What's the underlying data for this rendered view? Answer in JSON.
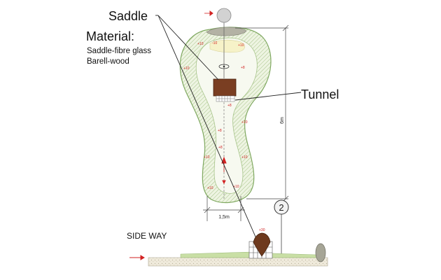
{
  "labels": {
    "saddle": "Saddle",
    "material_title": "Material:",
    "material_lines": [
      "Saddle-fibre glass",
      "Barell-wood"
    ],
    "tunnel": "Tunnel",
    "side_way": "SIDE WAY"
  },
  "dimensions": {
    "height": "6m",
    "width": "1,5m",
    "marker": "2"
  },
  "elevations": {
    "top_left": "+10",
    "inner_top": "-10",
    "inner_top_right": "+10",
    "upper_right": "+8",
    "left_side": "+10",
    "tunnel_below": "+8",
    "mid_center": "+8",
    "mid_right": "+10",
    "lower_center": "+8",
    "lower_left": "+10",
    "lower_right": "+10",
    "bottom_left": "+10",
    "bottom_right": "+10",
    "side_view": "+30"
  },
  "colors": {
    "hatch_green": "#7fa860",
    "fill_green": "#e9f1dc",
    "inner_yellow": "#f6f2c8",
    "barrel_brown": "#7a3e22",
    "ground": "#e8e4d6",
    "grass": "#c9dfa5",
    "rock": "#9a9a8c",
    "arrow_red": "#d22222",
    "dim_line": "#444444"
  }
}
